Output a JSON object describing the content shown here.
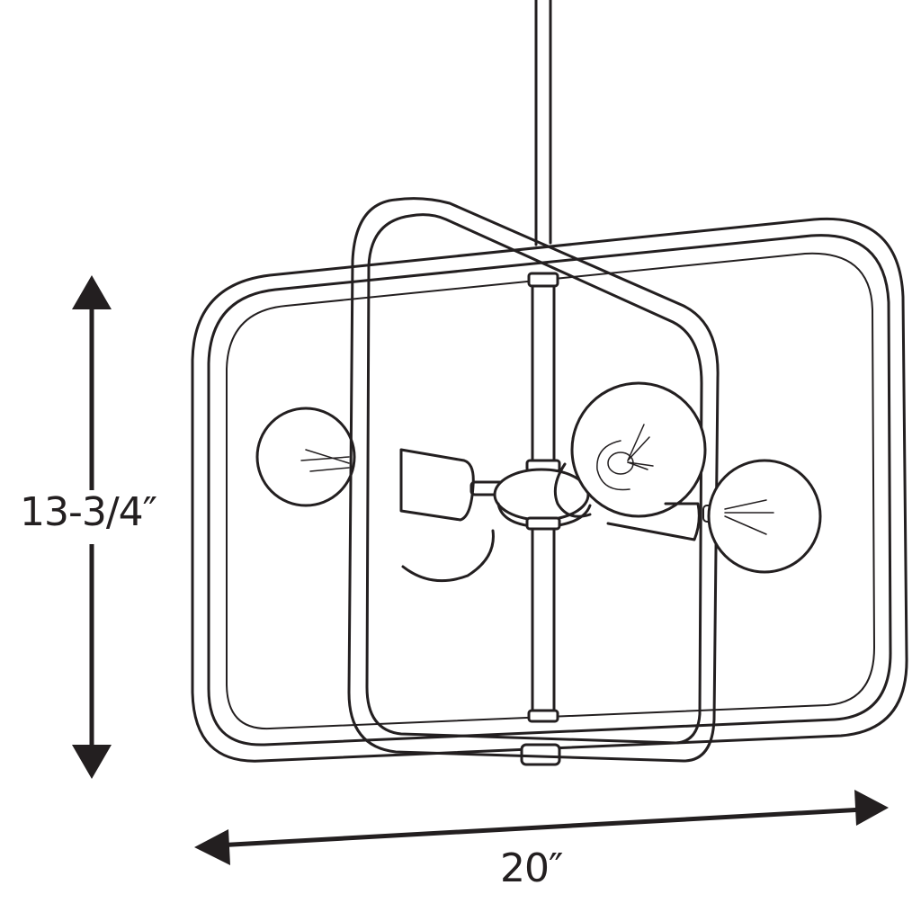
{
  "diagram": {
    "subject": "pendant-light-fixture-line-drawing",
    "style": "black line art on white",
    "stroke_color": "#231f20",
    "background": "#ffffff"
  },
  "dimensions": {
    "height": {
      "label": "13-3/4″",
      "orientation": "vertical"
    },
    "width": {
      "label": "20″",
      "orientation": "horizontal"
    }
  },
  "components": {
    "bulb_count": 4,
    "frames": 2,
    "stem": "vertical downrod"
  }
}
